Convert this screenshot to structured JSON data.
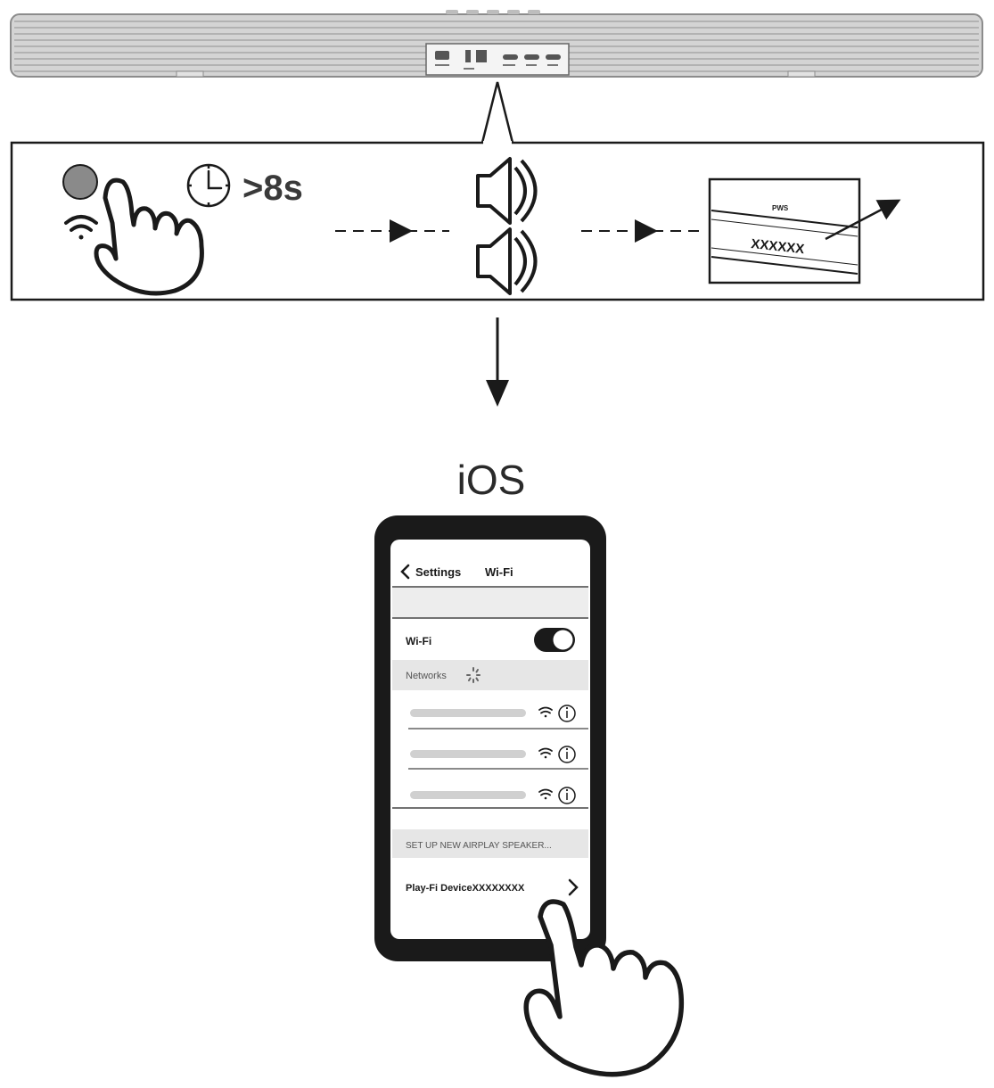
{
  "step_panel": {
    "hold_time": ">8s"
  },
  "sticker": {
    "top_text": "PWS",
    "code_text": "XXXXXX"
  },
  "os_label": "iOS",
  "phone": {
    "back_label": "Settings",
    "title": "Wi-Fi",
    "wifi_row_label": "Wi-Fi",
    "wifi_toggle_state": "on",
    "networks_label": "Networks",
    "airplay_label": "SET UP NEW AIRPLAY SPEAKER...",
    "device_label": "Play-Fi DeviceXXXXXXXX"
  },
  "colors": {
    "line": "#1a1a1a",
    "button_grey": "#8a8a8a",
    "soundbar_grey": "#c8c8c8",
    "panel_grey": "#eeeeee",
    "placeholder_grey": "#d0d0d0"
  }
}
